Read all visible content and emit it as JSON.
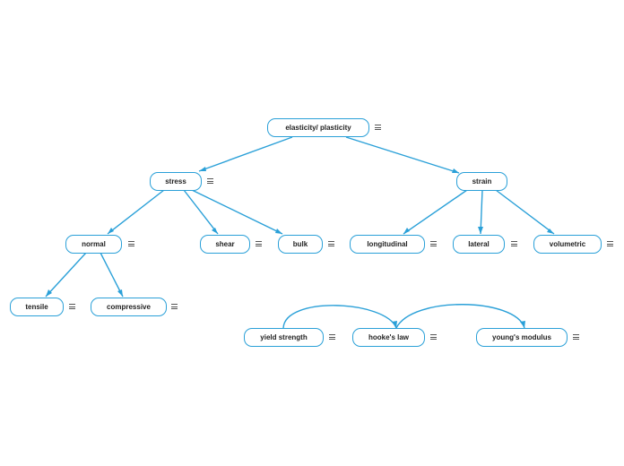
{
  "nodes": {
    "root": {
      "label": "elasticity/ plasticity"
    },
    "stress": {
      "label": "stress"
    },
    "strain": {
      "label": "strain"
    },
    "normal": {
      "label": "normal"
    },
    "shear": {
      "label": "shear"
    },
    "bulk": {
      "label": "bulk"
    },
    "longitudinal": {
      "label": "longitudinal"
    },
    "lateral": {
      "label": "lateral"
    },
    "volumetric": {
      "label": "volumetric"
    },
    "tensile": {
      "label": "tensile"
    },
    "compressive": {
      "label": "compressive"
    },
    "yield_strength": {
      "label": "yield strength"
    },
    "hookes_law": {
      "label": "hooke's law"
    },
    "youngs_modulus": {
      "label": "young's modulus"
    }
  },
  "edges": [
    {
      "from": "root",
      "to": "stress"
    },
    {
      "from": "root",
      "to": "strain"
    },
    {
      "from": "stress",
      "to": "normal"
    },
    {
      "from": "stress",
      "to": "shear"
    },
    {
      "from": "stress",
      "to": "bulk"
    },
    {
      "from": "strain",
      "to": "longitudinal"
    },
    {
      "from": "strain",
      "to": "lateral"
    },
    {
      "from": "strain",
      "to": "volumetric"
    },
    {
      "from": "normal",
      "to": "tensile"
    },
    {
      "from": "normal",
      "to": "compressive"
    },
    {
      "from": "yield_strength",
      "to": "hookes_law"
    },
    {
      "from": "hookes_law",
      "to": "youngs_modulus"
    }
  ],
  "colors": {
    "accent": "#2aa0d8",
    "text": "#222222",
    "menu_icon": "#555555"
  },
  "node_menu_icon": "hamburger-menu-icon"
}
